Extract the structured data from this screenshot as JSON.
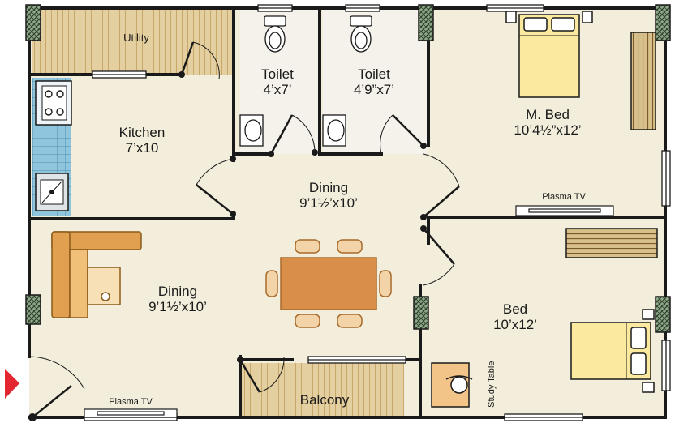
{
  "rooms": {
    "utility": {
      "name": "Utility"
    },
    "toilet_1": {
      "name": "Toilet",
      "size": "4’x7’"
    },
    "toilet_2": {
      "name": "Toilet",
      "size": "4’9”x7’"
    },
    "master_bed": {
      "name": "M. Bed",
      "size": "10’4½”x12’"
    },
    "kitchen": {
      "name": "Kitchen",
      "size": "7’x10"
    },
    "dining_center": {
      "name": "Dining",
      "size": "9’1½’x10’"
    },
    "dining_left": {
      "name": "Dining",
      "size": "9’1½’x10’"
    },
    "bed": {
      "name": "Bed",
      "size": "10’x12’"
    },
    "balcony": {
      "name": "Balcony"
    }
  },
  "fixtures": {
    "plasma_tv_master": "Plasma TV",
    "plasma_tv_living": "Plasma TV",
    "study_table": "Study Table"
  },
  "colors": {
    "floor": "#f2eedb",
    "wall": "#1a1a1a",
    "wood_tile": "#e4cfa0",
    "bed_yellow": "#fbe9a0",
    "furniture_orange": "#e0a050",
    "entrance_arrow": "#e3262f",
    "kitchen_tile": "#8fc6de"
  }
}
